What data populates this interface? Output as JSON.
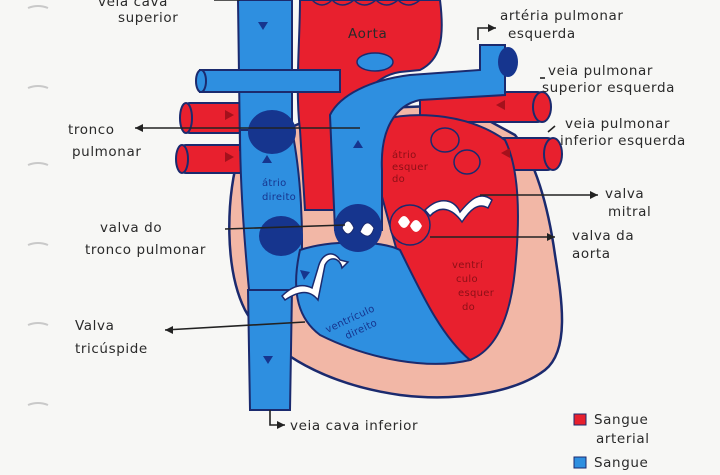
{
  "labels": {
    "veia_cava_superior": [
      "veia cava",
      "superior"
    ],
    "aorta": "Aorta",
    "arteria_pulmonar_esquerda": [
      "artéria pulmonar",
      "esquerda"
    ],
    "veia_pulmonar_superior_esquerda": [
      "veia pulmonar",
      "superior esquerda"
    ],
    "veia_pulmonar_inferior_esquerda": [
      "veia pulmonar",
      "inferior esquerda"
    ],
    "tronco_pulmonar": [
      "tronco",
      "pulmonar"
    ],
    "atrio_direito": [
      "átrio",
      "direito"
    ],
    "atrio_esquerdo": [
      "átrio",
      "esquer",
      "do"
    ],
    "valva_mitral": [
      "valva",
      "mitral"
    ],
    "valva_tronco_pulmonar": [
      "valva do",
      "tronco pulmonar"
    ],
    "valva_aorta": [
      "valva da",
      "aorta"
    ],
    "ventriculo_esquerdo": [
      "ventrí",
      "culo",
      "esquer",
      "do"
    ],
    "ventriculo_direito": [
      "ventrículo",
      "direito"
    ],
    "valva_tricuspide": [
      "Valva",
      "tricúspide"
    ],
    "veia_cava_inferior": "veia cava inferior"
  },
  "legend": {
    "arterial": [
      "Sangue",
      "arterial"
    ],
    "venoso": [
      "Sangue"
    ]
  },
  "colors": {
    "arterial": "#e8202e",
    "venoso": "#2e8fe0",
    "dark_blue": "#16358e",
    "pericardium": "#f2b7a6",
    "outline": "#1b2a6e"
  }
}
